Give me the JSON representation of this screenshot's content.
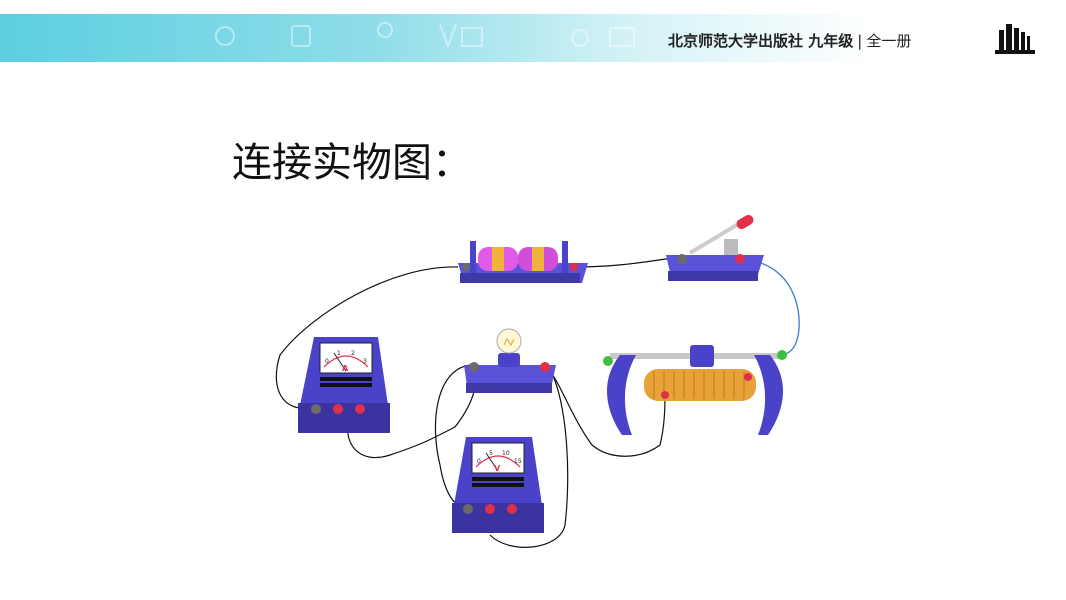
{
  "header": {
    "publisher": "北京师范大学出版社",
    "grade": "九年级",
    "separator": "|",
    "volume": "全一册",
    "logo_icon": "book-stack-icon"
  },
  "slide": {
    "title": "连接实物图："
  },
  "diagram": {
    "components": [
      "battery-pack",
      "knife-switch",
      "ammeter",
      "light-bulb",
      "rheostat",
      "voltmeter"
    ],
    "ammeter_symbol": "A",
    "voltmeter_symbol": "V",
    "ammeter_scale": [
      "0",
      "1",
      "2",
      "3"
    ],
    "voltmeter_scale": [
      "0",
      "5",
      "10",
      "15"
    ],
    "colors": {
      "meter_body": "#4a42c8",
      "terminal_red": "#e0304a",
      "terminal_gray": "#6b6b6b",
      "terminal_green": "#3fbf3f",
      "coil": "#e8a238",
      "battery": "#c84fd8",
      "wire": "#111111",
      "wire_blue": "#3a7bd5"
    }
  }
}
